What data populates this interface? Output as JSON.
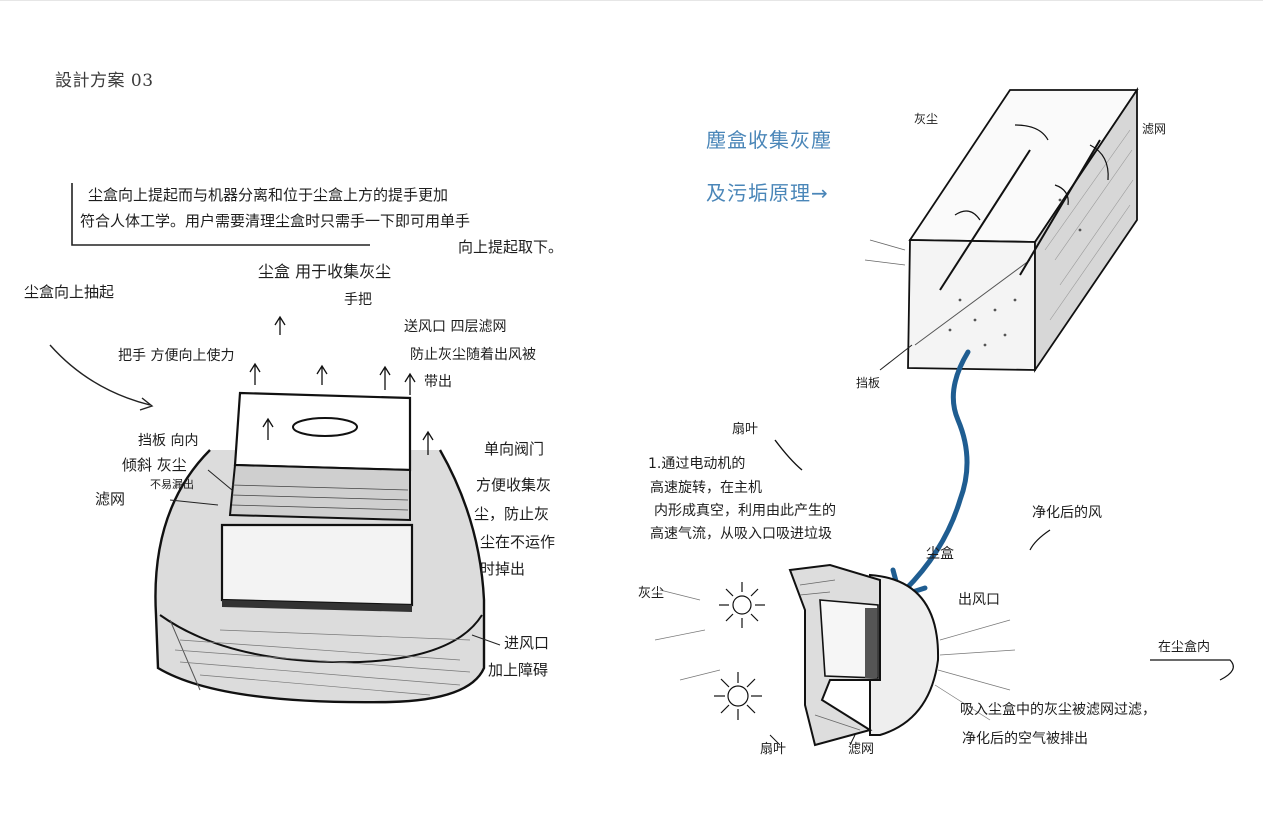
{
  "page": {
    "title": "設計方案 03"
  },
  "captions": {
    "line1": "塵盒收集灰塵",
    "line2": "及污垢原理→"
  },
  "left_sketch": {
    "intro_line1": "尘盒向上提起而与机器分离和位于尘盒上方的提手更加",
    "intro_line2": "符合人体工学。用户需要清理尘盒时只需手一下即可用单手",
    "intro_line3": "向上提起取下。",
    "lift_label": "尘盒向上抽起",
    "box_title": "尘盒 用于收集灰尘",
    "handle": "手把",
    "handle_note": "把手 方便向上使力",
    "filter": "送风口 四层滤网",
    "filter_note": "防止灰尘随着出风被",
    "filter_note2": "带出",
    "baffle": "挡板 向内",
    "baffle2": "倾斜 灰尘",
    "baffle3": "不易漏出",
    "filter_net": "滤网",
    "valve_1": "单向阀门",
    "valve_2": "方便收集灰",
    "valve_3": "尘，防止灰",
    "valve_4": "尘在不运作",
    "valve_5": "时掉出",
    "inlet": "进风口",
    "inlet2": "加上障碍"
  },
  "right_sketch": {
    "dust": "灰尘",
    "filter_mesh": "滤网",
    "baffle": "挡板",
    "fan": "扇叶",
    "principle_1": "1.通过电动机的",
    "principle_2": "高速旋转，在主机",
    "principle_3": "内形成真空，利用由此产生的",
    "principle_4": "高速气流，从吸入口吸进垃圾",
    "purified_wind": "净化后的风",
    "dust_box": "尘盒",
    "outlet": "出风口",
    "dust_left": "灰尘",
    "inside_box": "在尘盒内",
    "absorbed_1": "吸入尘盒中的灰尘被滤网过滤，",
    "absorbed_2": "净化后的空气被排出",
    "fan_blade": "扇叶",
    "bottom_filter": "滤网"
  },
  "colors": {
    "arrow": "#1f5d91",
    "caption": "#4a86b8",
    "ink": "#1d1d1d"
  }
}
